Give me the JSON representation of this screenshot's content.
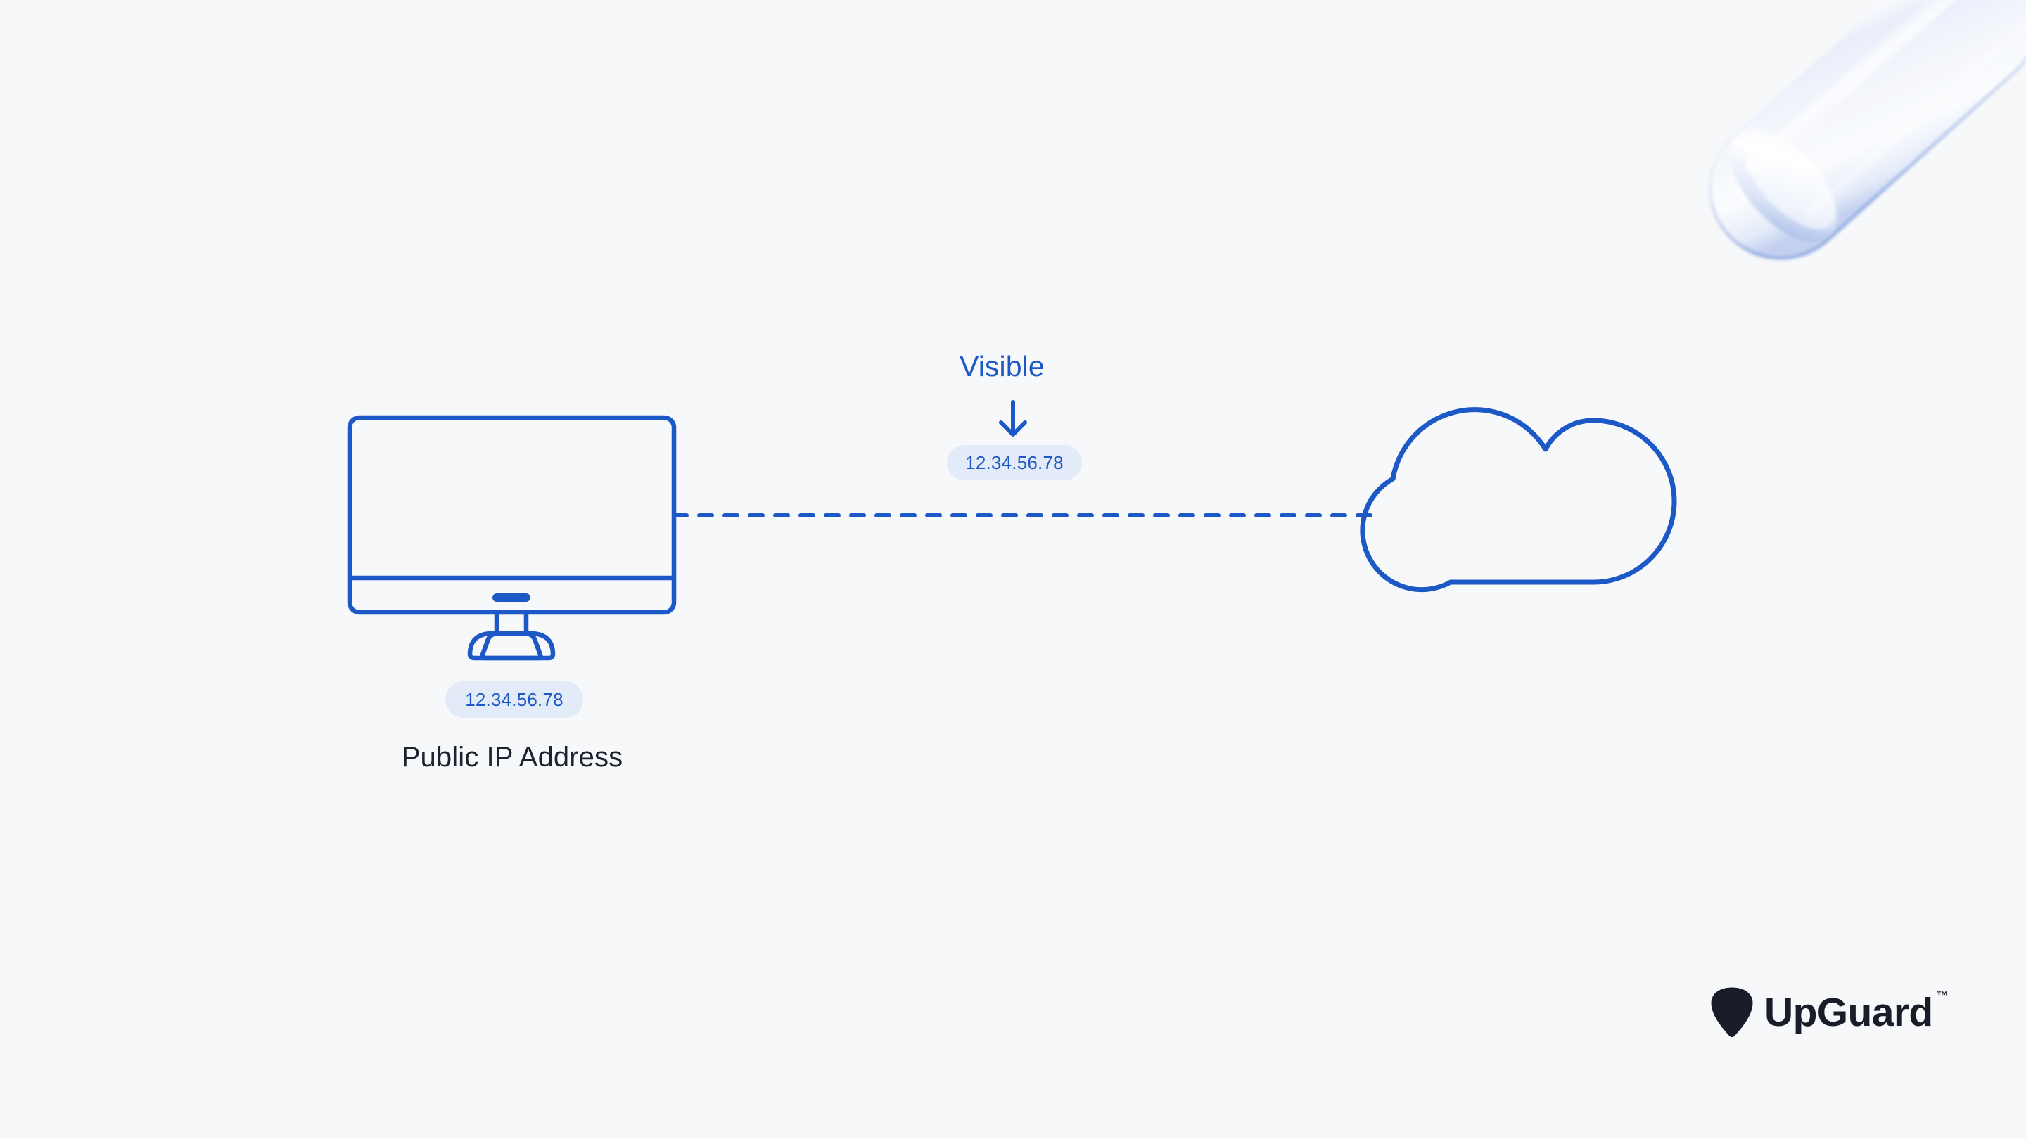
{
  "page": {
    "background_color": "#f7f8fa",
    "accent_blue": "#1d58c7",
    "badge_background": "#e3eaf8",
    "text_dark": "#1d2130"
  },
  "diagram": {
    "title": "Public IP Address",
    "flow_label": "Visible",
    "flow_arrow": "down-arrow-icon",
    "transit_ip": "12.34.56.78",
    "device": {
      "icon": "desktop-monitor-icon",
      "ip_badge": "12.34.56.78",
      "caption": "Public IP Address"
    },
    "network": {
      "icon": "cloud-icon",
      "link_style": "dashed"
    }
  },
  "decor": {
    "glass_shape": "glass-capsule-decoration"
  },
  "logo": {
    "mark": "upguard-pick-logo-icon",
    "name": "UpGuard",
    "trademark": "™"
  }
}
